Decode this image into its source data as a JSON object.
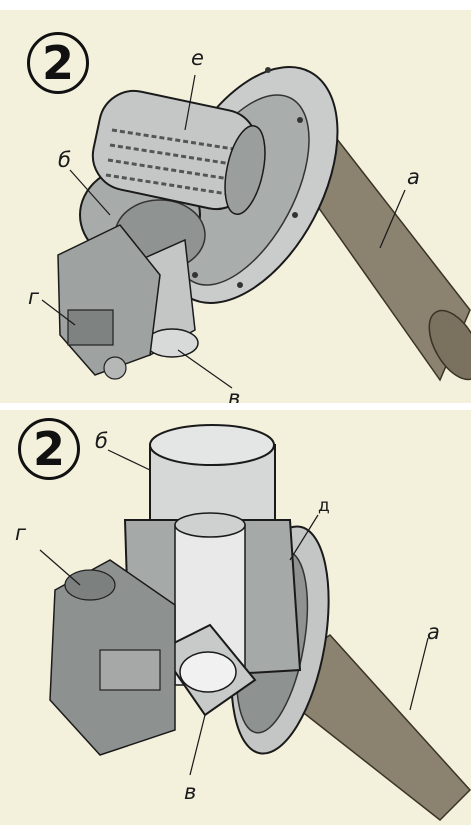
{
  "colors": {
    "background": "#f3f0dc",
    "metal": "#b8bcbc",
    "metal_dark": "#6f7272",
    "tube": "#8b8370",
    "line": "#1a1a1a"
  },
  "panels": [
    {
      "badge": "2",
      "labels": {
        "e": "е",
        "b": "б",
        "a": "а",
        "g": "г",
        "v": "в"
      }
    },
    {
      "badge": "2",
      "labels": {
        "b": "б",
        "d": "д",
        "g": "г",
        "a": "а",
        "v": "в"
      }
    }
  ]
}
